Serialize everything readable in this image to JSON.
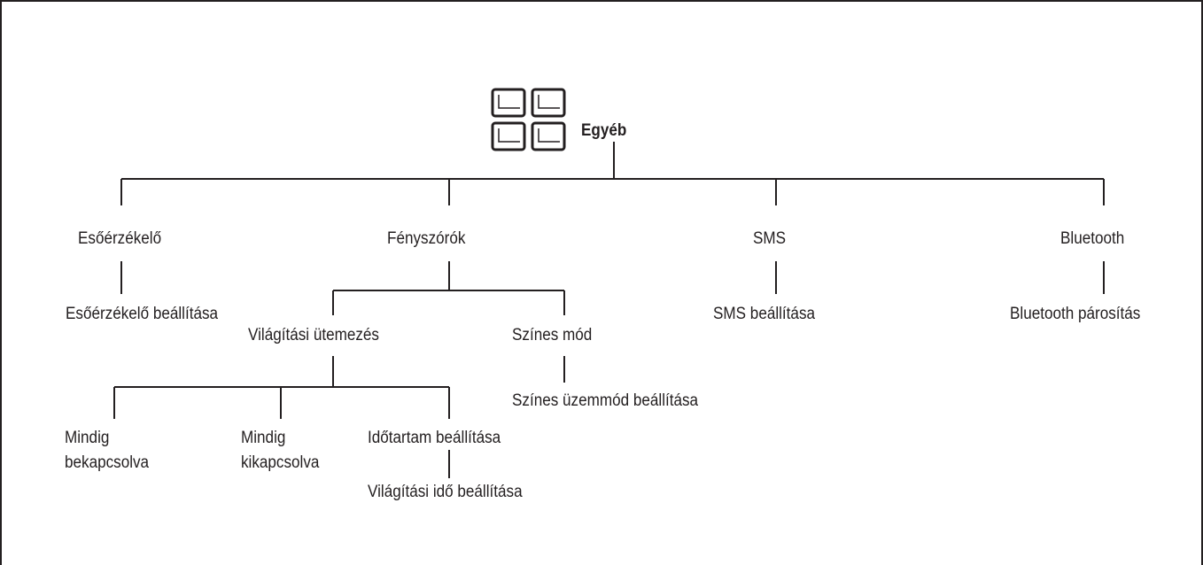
{
  "colors": {
    "line": "#231f20",
    "text": "#231f20",
    "background": "#ffffff"
  },
  "root": {
    "icon": "four-windows-grid-icon",
    "label": "Egyéb"
  },
  "branches": {
    "rain": {
      "label": "Esőérzékelő",
      "child": "Esőérzékelő beállítása"
    },
    "lights": {
      "label": "Fényszórók",
      "schedule": {
        "label": "Világítási ütemezés",
        "options": {
          "always_on": {
            "line1": "Mindig",
            "line2": "bekapcsolva"
          },
          "always_off": {
            "line1": "Mindig",
            "line2": "kikapcsolva"
          },
          "duration": {
            "label": "Időtartam beállítása",
            "child": "Világítási idő beállítása"
          }
        }
      },
      "color": {
        "label": "Színes mód",
        "child": "Színes üzemmód beállítása"
      }
    },
    "sms": {
      "label": "SMS",
      "child": "SMS beállítása"
    },
    "bluetooth": {
      "label": "Bluetooth",
      "child": "Bluetooth párosítás"
    }
  }
}
